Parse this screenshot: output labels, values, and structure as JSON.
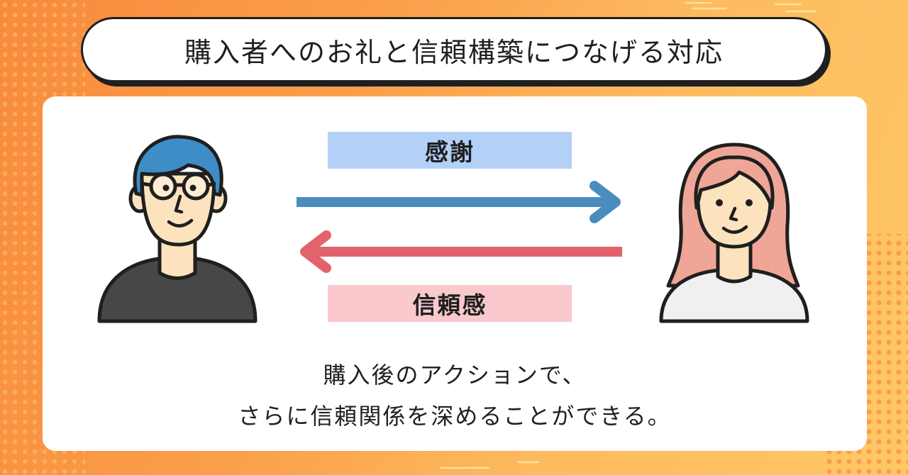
{
  "title": "購入者へのお礼と信頼構築につなげる対応",
  "labels": {
    "top": "感謝",
    "bottom": "信頼感"
  },
  "caption": {
    "line1": "購入後のアクションで、",
    "line2": "さらに信頼関係を深めることができる。"
  },
  "icons": {
    "left": "man-with-glasses-icon",
    "right": "woman-long-hair-icon",
    "arrow_right": "arrow-right-icon",
    "arrow_left": "arrow-left-icon"
  },
  "colors": {
    "background_start": "#f88a3c",
    "background_end": "#fec866",
    "arrow_right": "#4a8cbd",
    "arrow_left": "#e2636b",
    "label_top_bg": "#b3d0f7",
    "label_bottom_bg": "#f9c9cd",
    "man_hair": "#3e8dc6",
    "man_shirt": "#474747",
    "woman_hair": "#efa696",
    "skin": "#fde3bd"
  }
}
